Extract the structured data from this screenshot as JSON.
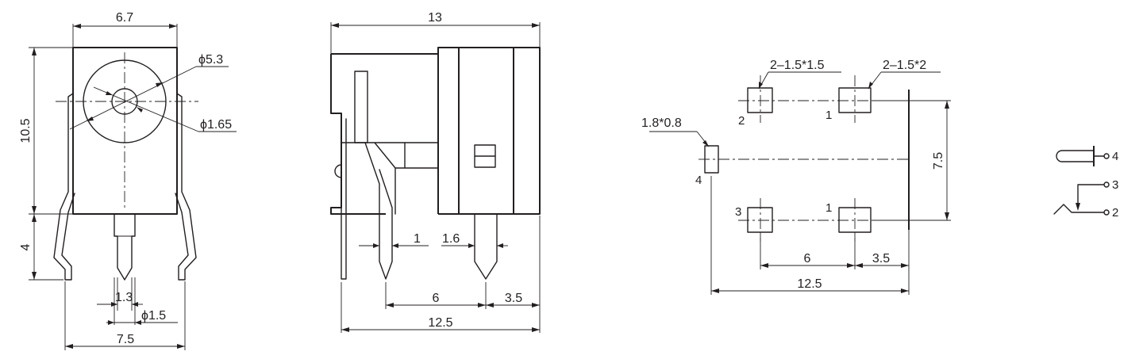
{
  "front_view": {
    "width": "6.7",
    "body_height": "10.5",
    "lead_length": "4",
    "outer_diameter": "ϕ5.3",
    "inner_diameter": "ϕ1.65",
    "pin_width": "1.3",
    "pin_diameter": "ϕ1.5",
    "lead_span": "7.5"
  },
  "side_view": {
    "length": "13",
    "tab_width": "1",
    "pin_width": "1.6",
    "pin_spacing": "6",
    "front_offset": "3.5",
    "lead_span": "12.5"
  },
  "footprint": {
    "pad_a": "2–1.5*1.5",
    "pad_b": "2–1.5*2",
    "slot": "1.8*0.8",
    "row_spacing": "7.5",
    "pin_spacing": "6",
    "front_offset": "3.5",
    "overall": "12.5",
    "pins": {
      "top_left": "2",
      "top_right": "1",
      "slot": "4",
      "bottom_left": "3",
      "bottom_right": "1"
    }
  },
  "schematic": {
    "pin_4": "4",
    "pin_3": "3",
    "pin_2": "2"
  }
}
